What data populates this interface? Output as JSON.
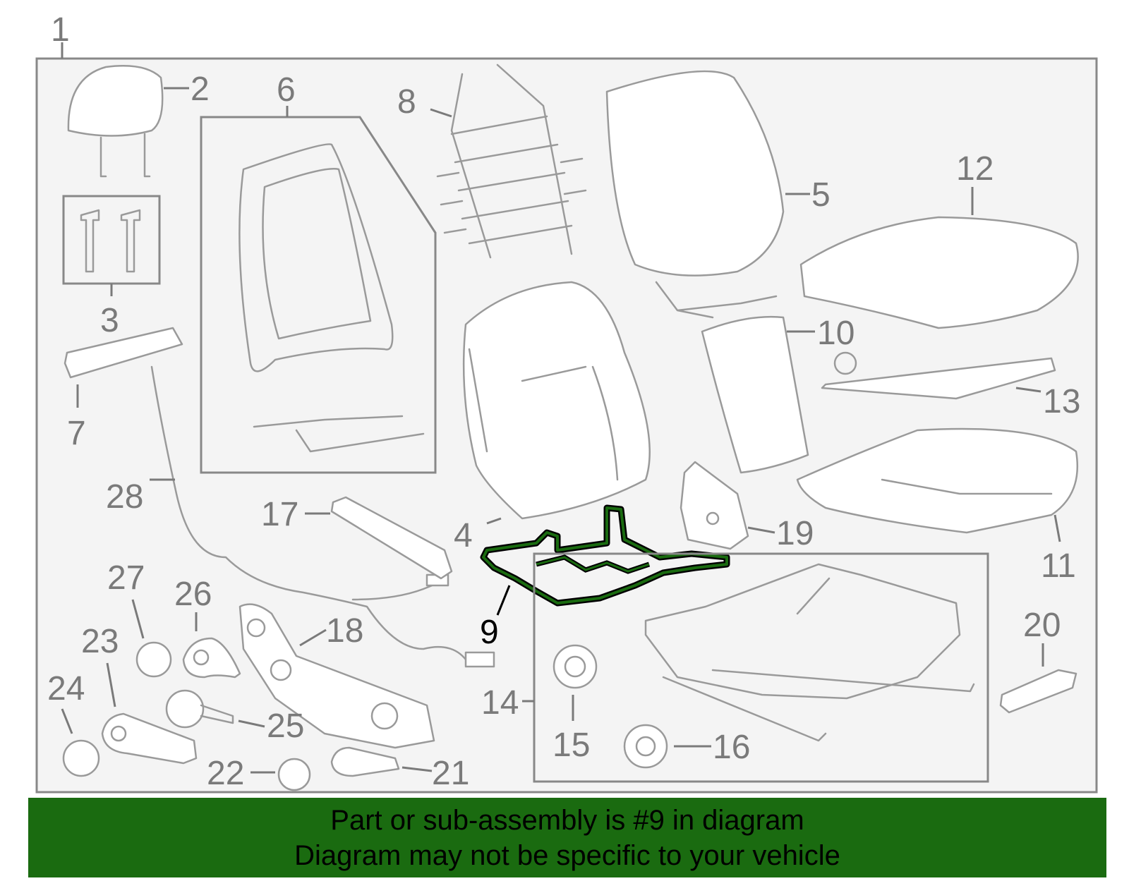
{
  "callouts": {
    "c1": "1",
    "c2": "2",
    "c3": "3",
    "c4": "4",
    "c5": "5",
    "c6": "6",
    "c7": "7",
    "c8": "8",
    "c9": "9",
    "c10": "10",
    "c11": "11",
    "c12": "12",
    "c13": "13",
    "c14": "14",
    "c15": "15",
    "c16": "16",
    "c17": "17",
    "c18": "18",
    "c19": "19",
    "c20": "20",
    "c21": "21",
    "c22": "22",
    "c23": "23",
    "c24": "24",
    "c25": "25",
    "c26": "26",
    "c27": "27",
    "c28": "28"
  },
  "highlight": {
    "part": "9",
    "color": "#1a6b10"
  },
  "banner": {
    "line1": "Part or sub-assembly is #9 in diagram",
    "line2": "Diagram may not be specific to your vehicle",
    "background": "#1a6b10"
  }
}
